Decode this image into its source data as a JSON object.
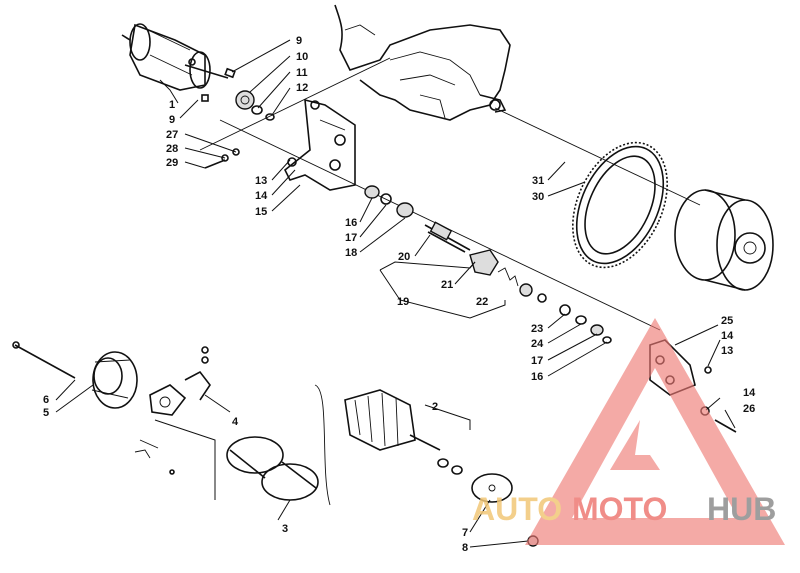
{
  "callouts": {
    "c1": "1",
    "c9a": "9",
    "c9b": "9",
    "c10": "10",
    "c11": "11",
    "c12": "12",
    "c27": "27",
    "c28": "28",
    "c29": "29",
    "c13a": "13",
    "c14a": "14",
    "c15": "15",
    "c16a": "16",
    "c17a": "17",
    "c18": "18",
    "c20": "20",
    "c21": "21",
    "c19": "19",
    "c22": "22",
    "c31": "31",
    "c30": "30",
    "c23": "23",
    "c24": "24",
    "c17b": "17",
    "c16b": "16",
    "c25": "25",
    "c14b": "14",
    "c13b": "13",
    "c14c": "14",
    "c26": "26",
    "c6": "6",
    "c5": "5",
    "c4": "4",
    "c2": "2",
    "c3": "3",
    "c7": "7",
    "c8": "8"
  },
  "watermark": {
    "word1": "AUTO",
    "word2": "MOTO",
    "word3": "HUB",
    "colors": {
      "auto": "#f2c777",
      "moto": "#ee7a74",
      "hub": "#8e8e8e",
      "triangle": "#ee7a74"
    }
  }
}
